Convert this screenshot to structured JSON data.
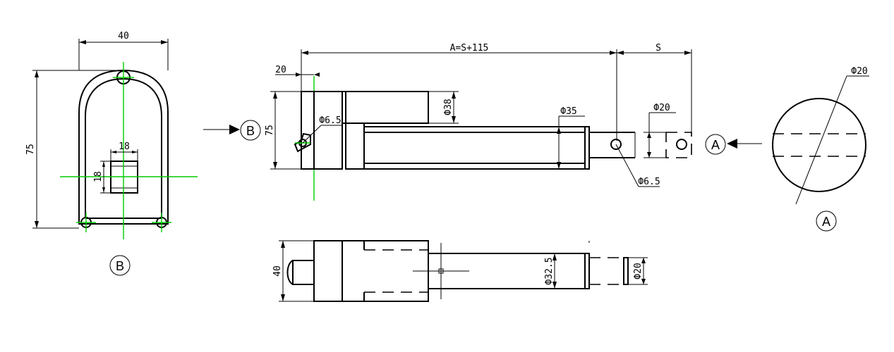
{
  "view_b": {
    "width_dim": "40",
    "height_dim": "75",
    "square_w_dim": "18",
    "square_h_dim": "18",
    "label": "B"
  },
  "side_view": {
    "overall_dim": "A=S+115",
    "stroke_dim": "S",
    "offset_dim": "20",
    "height_dim": "75",
    "motor_dia": "Ф38",
    "tube_dia": "Ф35",
    "hole_dia_rear": "Ф6.5",
    "hole_dia_front": "Ф6.5",
    "rod_end_dia": "Ф20",
    "view_b_marker": "B",
    "view_a_marker": "A"
  },
  "top_view": {
    "width_dim": "40",
    "tube_dia": "Ф32.5",
    "rod_dia": "Ф20"
  },
  "view_a": {
    "dia_dim": "Ф20",
    "label": "A"
  }
}
